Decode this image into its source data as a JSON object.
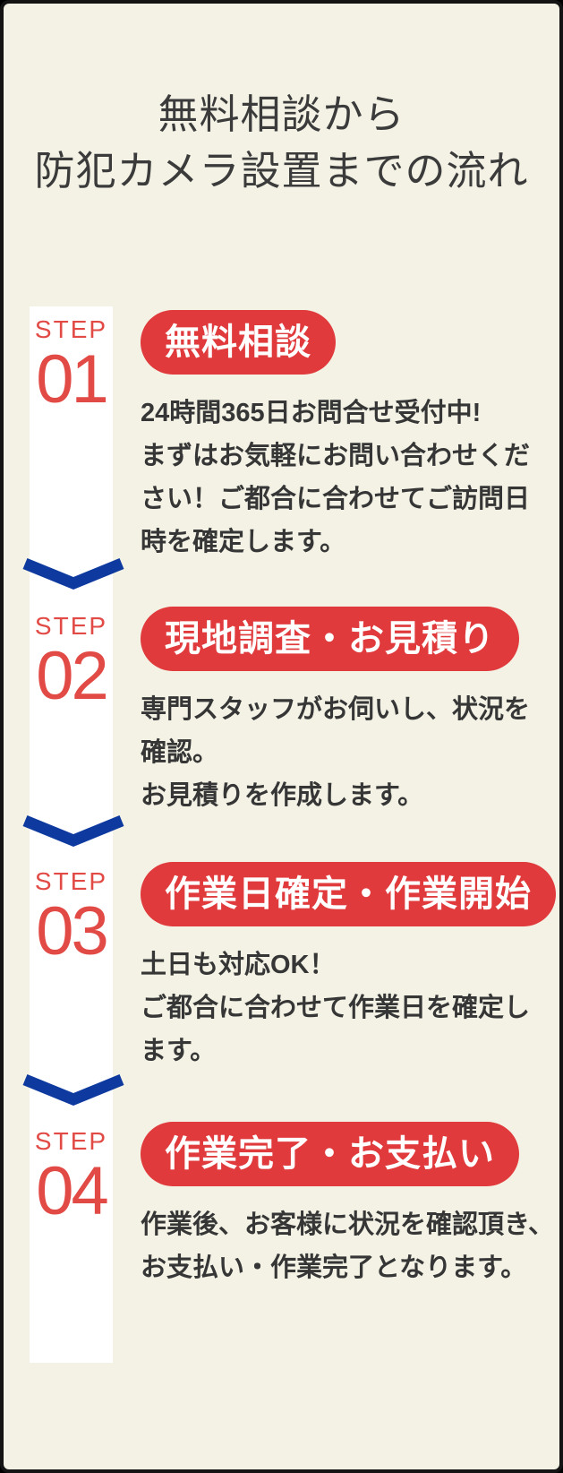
{
  "page": {
    "title_lines": [
      "無料相談から",
      "防犯カメラ設置までの流れ"
    ],
    "colors": {
      "background": "#f3f2e5",
      "frame": "#141414",
      "rail_white": "#ffffff",
      "accent_red": "#e03a3c",
      "step_red": "#e24a46",
      "chevron_blue": "#0e3a9f",
      "text_dark": "#363636"
    }
  },
  "steps": [
    {
      "label": "STEP",
      "number": "01",
      "badge": "無料相談",
      "description_lines": [
        "24時間365日お問合せ受付中!",
        "まずはお気軽にお問い合わせくだ",
        "さい！ご都合に合わせてご訪問日",
        "時を確定します。"
      ]
    },
    {
      "label": "STEP",
      "number": "02",
      "badge": "現地調査・お見積り",
      "description_lines": [
        "専門スタッフがお伺いし、状況を",
        "確認。",
        "お見積りを作成します。"
      ]
    },
    {
      "label": "STEP",
      "number": "03",
      "badge": "作業日確定・作業開始",
      "description_lines": [
        "土日も対応OK！",
        "ご都合に合わせて作業日を確定し",
        "ます。"
      ]
    },
    {
      "label": "STEP",
      "number": "04",
      "badge": "作業完了・お支払い",
      "description_lines": [
        "作業後、お客様に状況を確認頂き、",
        "お支払い・作業完了となります。"
      ]
    }
  ]
}
